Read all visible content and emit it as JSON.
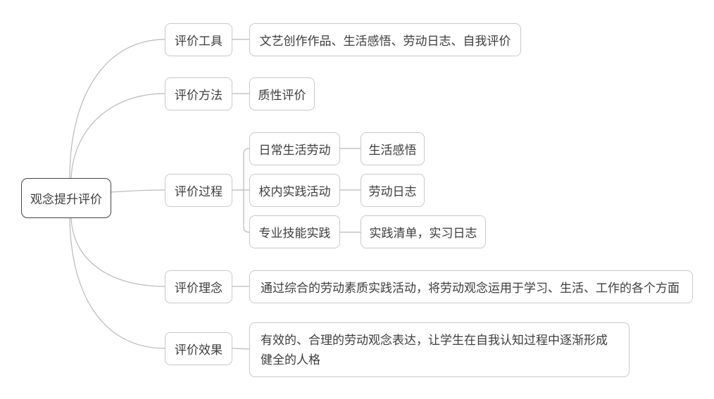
{
  "colors": {
    "bg": "#ffffff",
    "box_border": "#c9c9c9",
    "root_border": "#454545",
    "text": "#3d3d3d",
    "connector": "#b9b9b9"
  },
  "root": {
    "label": "观念提升评价"
  },
  "branches": [
    {
      "label": "评价工具",
      "children": [
        {
          "label": "文艺创作作品、生活感悟、劳动日志、自我评价"
        }
      ]
    },
    {
      "label": "评价方法",
      "children": [
        {
          "label": "质性评价"
        }
      ]
    },
    {
      "label": "评价过程",
      "children": [
        {
          "label": "日常生活劳动",
          "children": [
            {
              "label": "生活感悟"
            }
          ]
        },
        {
          "label": "校内实践活动",
          "children": [
            {
              "label": "劳动日志"
            }
          ]
        },
        {
          "label": "专业技能实践",
          "children": [
            {
              "label": "实践清单，实习日志"
            }
          ]
        }
      ]
    },
    {
      "label": "评价理念",
      "children": [
        {
          "label": "通过综合的劳动素质实践活动，将劳动观念运用于学习、生活、工作的各个方面"
        }
      ]
    },
    {
      "label": "评价效果",
      "children": [
        {
          "label": "有效的、合理的劳动观念表达，让学生在自我认知过程中逐渐形成\n健全的人格"
        }
      ]
    }
  ]
}
